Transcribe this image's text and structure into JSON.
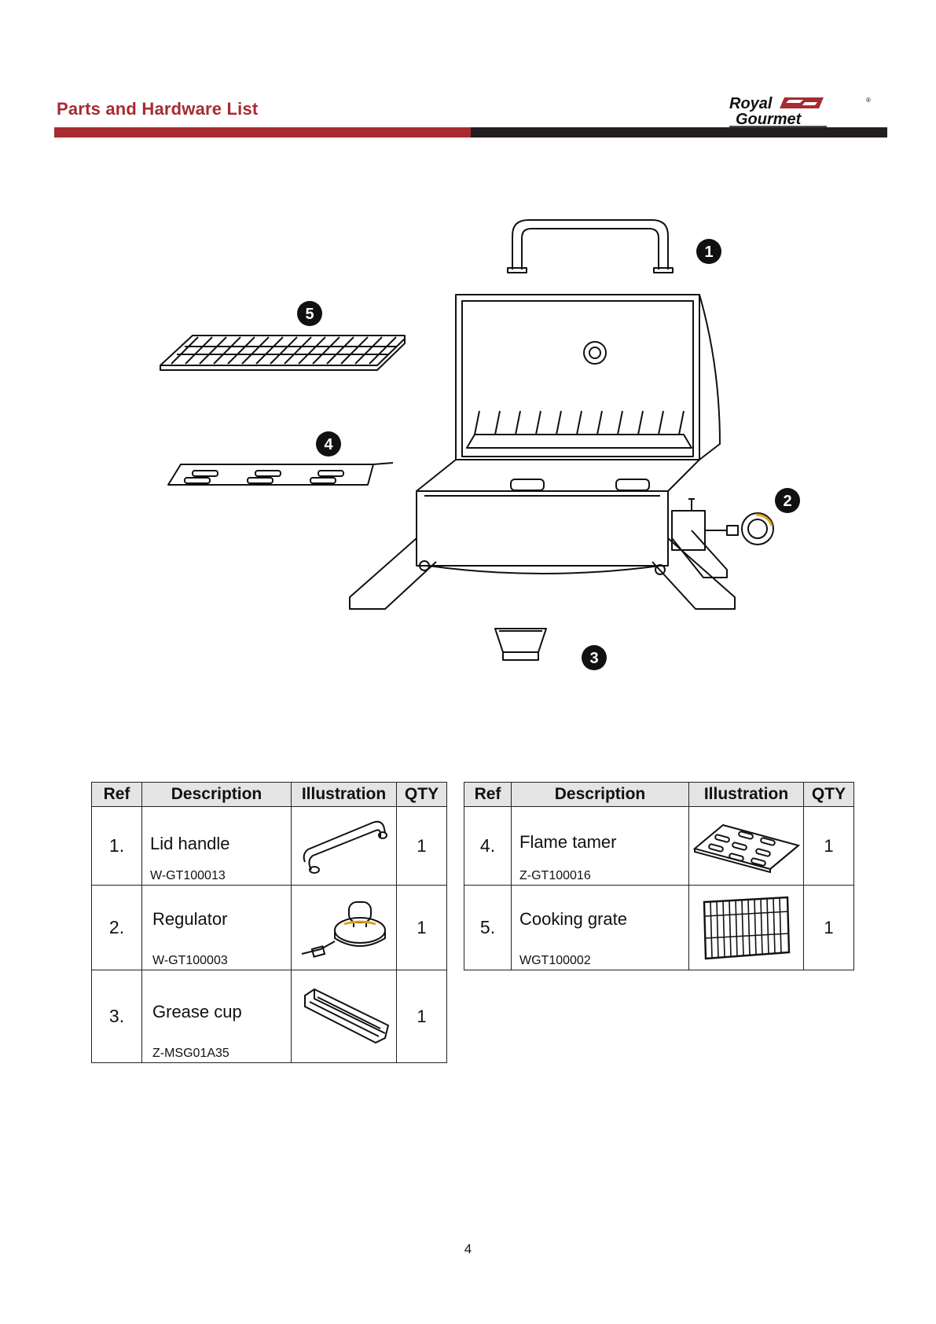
{
  "header": {
    "title": "Parts and Hardware List",
    "logo_line1": "Royal",
    "logo_line2": "Gourmet",
    "logo_mark": "®"
  },
  "colors": {
    "accent": "#a72c31",
    "dark": "#231f20"
  },
  "diagram": {
    "callouts": [
      "1",
      "2",
      "3",
      "4",
      "5"
    ]
  },
  "table_headers": {
    "ref": "Ref",
    "description": "Description",
    "illustration": "Illustration",
    "qty": "QTY"
  },
  "parts_left": [
    {
      "ref": "1.",
      "name": "Lid handle",
      "code": "W-GT100013",
      "qty": "1",
      "icon": "lid-handle-icon"
    },
    {
      "ref": "2.",
      "name": "Regulator",
      "code": "W-GT100003",
      "qty": "1",
      "icon": "regulator-icon"
    },
    {
      "ref": "3.",
      "name": "Grease cup",
      "code": "Z-MSG01A35",
      "qty": "1",
      "icon": "grease-cup-icon"
    }
  ],
  "parts_right": [
    {
      "ref": "4.",
      "name": "Flame tamer",
      "code": "Z-GT100016",
      "qty": "1",
      "icon": "flame-tamer-icon"
    },
    {
      "ref": "5.",
      "name": "Cooking grate",
      "code": "WGT100002",
      "qty": "1",
      "icon": "cooking-grate-icon"
    }
  ],
  "page_number": "4"
}
